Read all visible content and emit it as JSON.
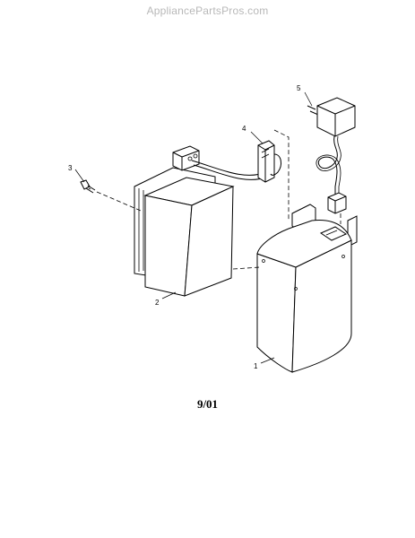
{
  "watermark": "AppliancePartsPros.com",
  "callouts": {
    "part1": "1",
    "part2": "2",
    "part3": "3",
    "part4": "4",
    "part5": "5"
  },
  "date_code": "9/01"
}
